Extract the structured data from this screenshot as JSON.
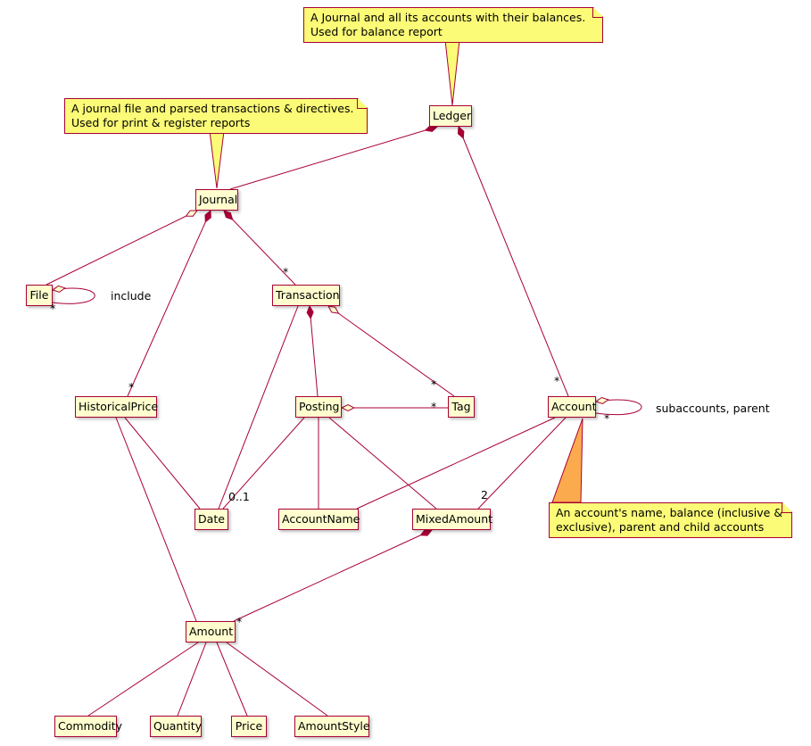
{
  "diagram": {
    "type": "uml-class-diagram",
    "classes": {
      "ledger": "Ledger",
      "journal": "Journal",
      "file": "File",
      "transaction": "Transaction",
      "historical_price": "HistoricalPrice",
      "posting": "Posting",
      "tag": "Tag",
      "account": "Account",
      "date": "Date",
      "account_name": "AccountName",
      "mixed_amount": "MixedAmount",
      "amount": "Amount",
      "commodity": "Commodity",
      "quantity": "Quantity",
      "price": "Price",
      "amount_style": "AmountStyle"
    },
    "notes": {
      "ledger_note": "A Journal and all its accounts with their balances.\nUsed for balance report",
      "journal_note": "A journal file and parsed transactions & directives.\nUsed for print & register reports",
      "account_note": "An account's name, balance (inclusive &\nexclusive), parent and child accounts"
    },
    "edge_labels": {
      "journal_transaction_mult": "*",
      "journal_historical_price_mult": "*",
      "ledger_account_mult": "*",
      "file_self_mult": "*",
      "file_self_label": "include",
      "transaction_tag_mult": "*",
      "posting_tag_mult": "*",
      "account_self_mult": "*",
      "account_self_label": "subaccounts, parent",
      "posting_date_mult": "0..1",
      "account_mixed_amount_mult": "2",
      "mixed_amount_amount_mult": "*"
    },
    "relationships": [
      {
        "from": "Ledger",
        "to": "Journal",
        "type": "composition"
      },
      {
        "from": "Ledger",
        "to": "Account",
        "type": "composition",
        "multiplicity": "*"
      },
      {
        "from": "Journal",
        "to": "File",
        "type": "aggregation"
      },
      {
        "from": "File",
        "to": "File",
        "type": "aggregation",
        "multiplicity": "*",
        "label": "include"
      },
      {
        "from": "Journal",
        "to": "Transaction",
        "type": "composition",
        "multiplicity": "*"
      },
      {
        "from": "Journal",
        "to": "HistoricalPrice",
        "type": "composition",
        "multiplicity": "*"
      },
      {
        "from": "Transaction",
        "to": "Posting",
        "type": "composition"
      },
      {
        "from": "Transaction",
        "to": "Tag",
        "type": "aggregation",
        "multiplicity": "*"
      },
      {
        "from": "Transaction",
        "to": "Date",
        "type": "association"
      },
      {
        "from": "Posting",
        "to": "Tag",
        "type": "aggregation",
        "multiplicity": "*"
      },
      {
        "from": "Posting",
        "to": "Date",
        "type": "association",
        "multiplicity": "0..1"
      },
      {
        "from": "Posting",
        "to": "AccountName",
        "type": "association"
      },
      {
        "from": "Posting",
        "to": "MixedAmount",
        "type": "association"
      },
      {
        "from": "Account",
        "to": "Account",
        "type": "aggregation",
        "multiplicity": "*",
        "label": "subaccounts, parent"
      },
      {
        "from": "Account",
        "to": "AccountName",
        "type": "association"
      },
      {
        "from": "Account",
        "to": "MixedAmount",
        "type": "association",
        "multiplicity": "2"
      },
      {
        "from": "MixedAmount",
        "to": "Amount",
        "type": "composition",
        "multiplicity": "*"
      },
      {
        "from": "HistoricalPrice",
        "to": "Date",
        "type": "association"
      },
      {
        "from": "HistoricalPrice",
        "to": "Amount",
        "type": "association"
      },
      {
        "from": "Amount",
        "to": "Commodity",
        "type": "association"
      },
      {
        "from": "Amount",
        "to": "Quantity",
        "type": "association"
      },
      {
        "from": "Amount",
        "to": "Price",
        "type": "association"
      },
      {
        "from": "Amount",
        "to": "AmountStyle",
        "type": "association"
      }
    ],
    "colors": {
      "class_bg": "#FEFECE",
      "class_border": "#A80036",
      "edge": "#A80036",
      "note_bg": "#FBFB77",
      "note_border": "#A80036",
      "note_pointer": "#FBAB4D"
    }
  }
}
